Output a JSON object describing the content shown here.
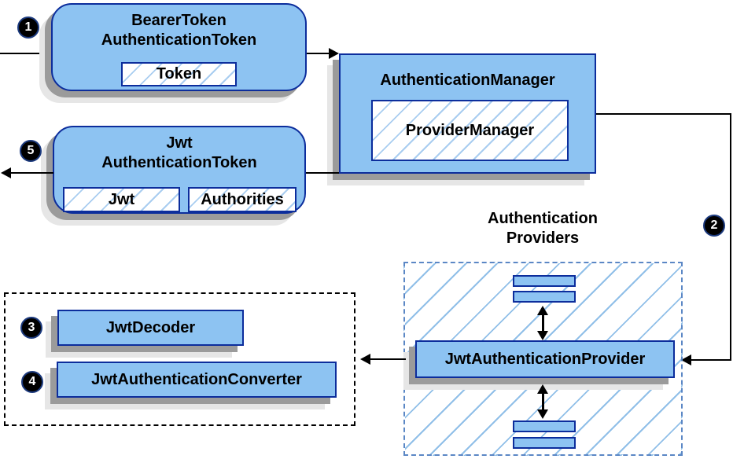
{
  "colors": {
    "node_fill": "#8dc3f2",
    "node_border": "#0c2d9c",
    "hatch_line": "#a9cdf0",
    "providers_dashed_border": "#5b87c5",
    "converters_dashed_border": "#000000",
    "shadow_dark": "#9b9b9b",
    "shadow_light": "#e6e6e6",
    "arrow": "#000000",
    "badge_bg": "#000000",
    "badge_text": "#ffffff"
  },
  "nodes": {
    "bearer_token": {
      "title_line1": "BearerToken",
      "title_line2": "AuthenticationToken",
      "token_chip": "Token"
    },
    "authentication_manager": {
      "title": "AuthenticationManager",
      "provider_manager_chip": "ProviderManager"
    },
    "jwt_authentication_token": {
      "title_line1": "Jwt",
      "title_line2": "AuthenticationToken",
      "jwt_chip": "Jwt",
      "authorities_chip": "Authorities"
    },
    "authentication_providers": {
      "title_line1": "Authentication",
      "title_line2": "Providers",
      "provider_label": "JwtAuthenticationProvider"
    },
    "converters_group": {
      "decoder_label": "JwtDecoder",
      "converter_label": "JwtAuthenticationConverter"
    }
  },
  "step_badges": {
    "step_1": "1",
    "step_2": "2",
    "step_3": "3",
    "step_4": "4",
    "step_5": "5"
  }
}
